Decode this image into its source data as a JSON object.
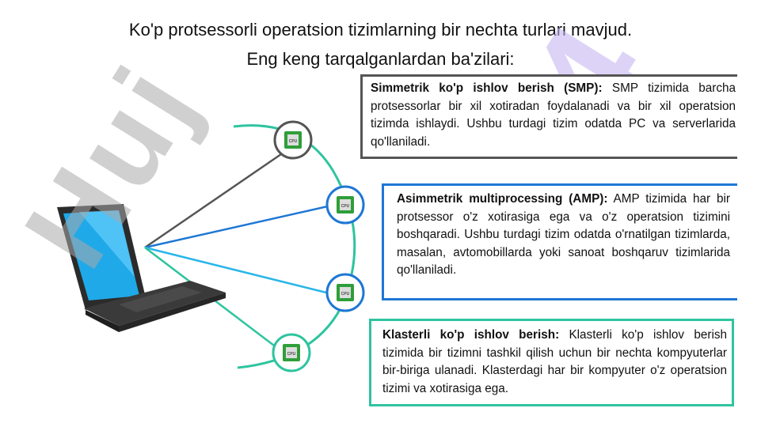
{
  "heading": {
    "line1": "Ko'p protsessorli operatsion tizimlarning bir nechta turlari mavjud.",
    "line2": "Eng keng tarqalganlardan ba'zilari:"
  },
  "watermark": {
    "text": "Huj",
    "accent_text": "4"
  },
  "cpu_label": "CPU",
  "boxes": {
    "smp": {
      "title": "Simmetrik ko'p ishlov berish (SMP):",
      "body": " SMP tizimida barcha protsessorlar bir xil xotiradan foydalanadi va bir xil operatsion tizimda ishlaydi. Ushbu turdagi tizim odatda PC va serverlarida qo'llaniladi."
    },
    "amp": {
      "title": "Asimmetrik multiprocessing (AMP):",
      "body": " AMP tizimida har bir protsessor o'z xotirasiga ega va o'z operatsion tizimini boshqaradi. Ushbu turdagi tizim odatda o'rnatilgan tizimlarda, masalan, avtomobillarda yoki sanoat boshqaruv tizimlarida qo'llaniladi."
    },
    "cluster": {
      "title": "Klasterli ko'p ishlov berish:",
      "body": " Klasterli ko'p ishlov berish tizimida bir tizimni tashkil qilish uchun bir nechta kompyuterlar bir-biriga ulanadi. Klasterdagi har bir kompyuter o'z operatsion tizimi va xotirasiga ega."
    }
  },
  "colors": {
    "smp_border": "#555555",
    "amp_border": "#1e77d4",
    "cluster_border": "#2ec4a0",
    "arc": "#2ec4a0",
    "watermark_purple": "#c7b6f2"
  }
}
